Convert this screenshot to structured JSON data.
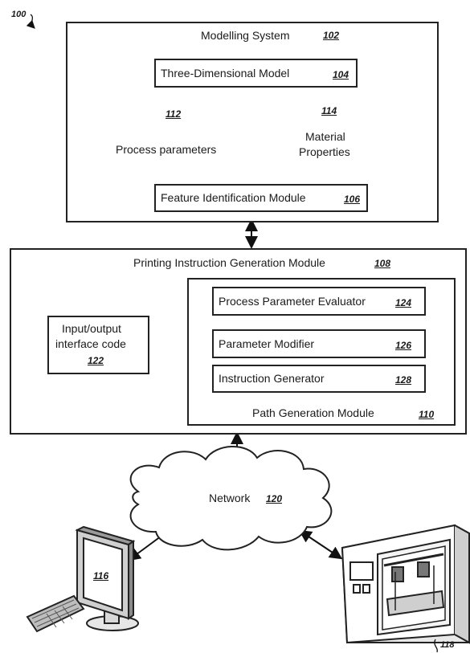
{
  "figure_ref": "100",
  "modelling_system": {
    "label": "Modelling System",
    "ref": "102"
  },
  "three_d_model": {
    "label": "Three-Dimensional Model",
    "ref": "104"
  },
  "process_params": {
    "label": "Process parameters",
    "ref": "112"
  },
  "material_props": {
    "line1": "Material",
    "line2": "Properties",
    "ref": "114"
  },
  "feature_id": {
    "label": "Feature Identification Module",
    "ref": "106"
  },
  "printing_module": {
    "label": "Printing Instruction Generation Module",
    "ref": "108"
  },
  "io_code": {
    "line1": "Input/output",
    "line2": "interface code",
    "ref": "122"
  },
  "evaluator": {
    "label": "Process Parameter Evaluator",
    "ref": "124"
  },
  "modifier": {
    "label": "Parameter Modifier",
    "ref": "126"
  },
  "generator": {
    "label": "Instruction Generator",
    "ref": "128"
  },
  "path_module": {
    "label": "Path Generation Module",
    "ref": "110"
  },
  "network": {
    "label": "Network",
    "ref": "120"
  },
  "computer": {
    "ref": "116"
  },
  "printer": {
    "ref": "118"
  }
}
